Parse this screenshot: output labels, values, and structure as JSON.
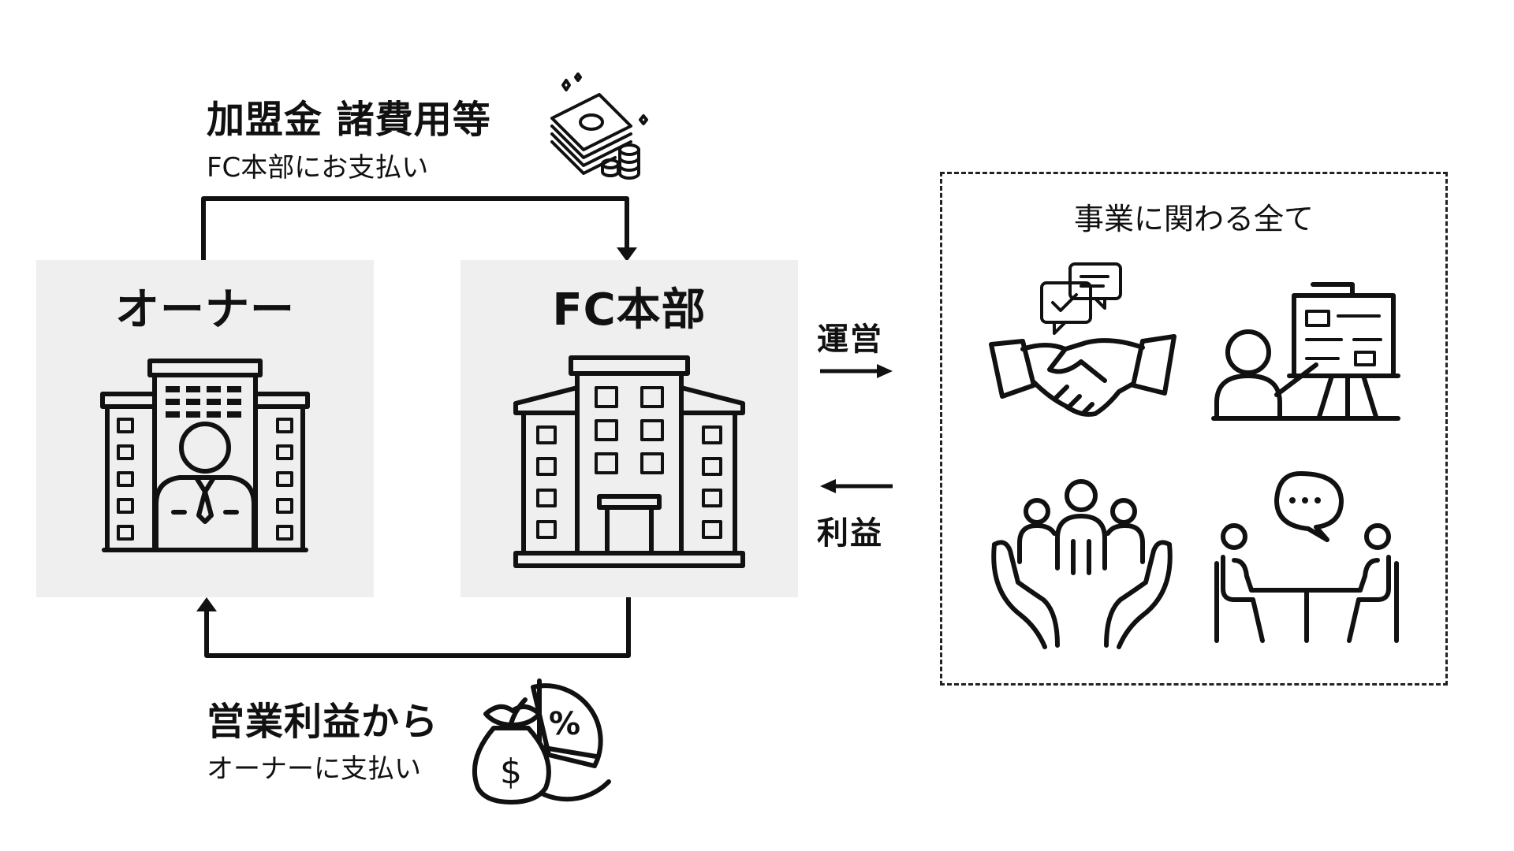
{
  "fee": {
    "title": "加盟金 諸費用等",
    "subtitle": "FC本部にお支払い"
  },
  "owner": {
    "title": "オーナー"
  },
  "hq": {
    "title": "FC本部"
  },
  "profit": {
    "title": "営業利益から",
    "subtitle": "オーナーに支払い"
  },
  "arrows": {
    "operate_label": "運営",
    "profit_label": "利益"
  },
  "business": {
    "title": "事業に関わる全て",
    "icons": [
      "handshake-chat-icon",
      "presentation-icon",
      "team-support-icon",
      "meeting-icon"
    ]
  },
  "colors": {
    "box_bg": "#efefef",
    "line": "#111111"
  }
}
